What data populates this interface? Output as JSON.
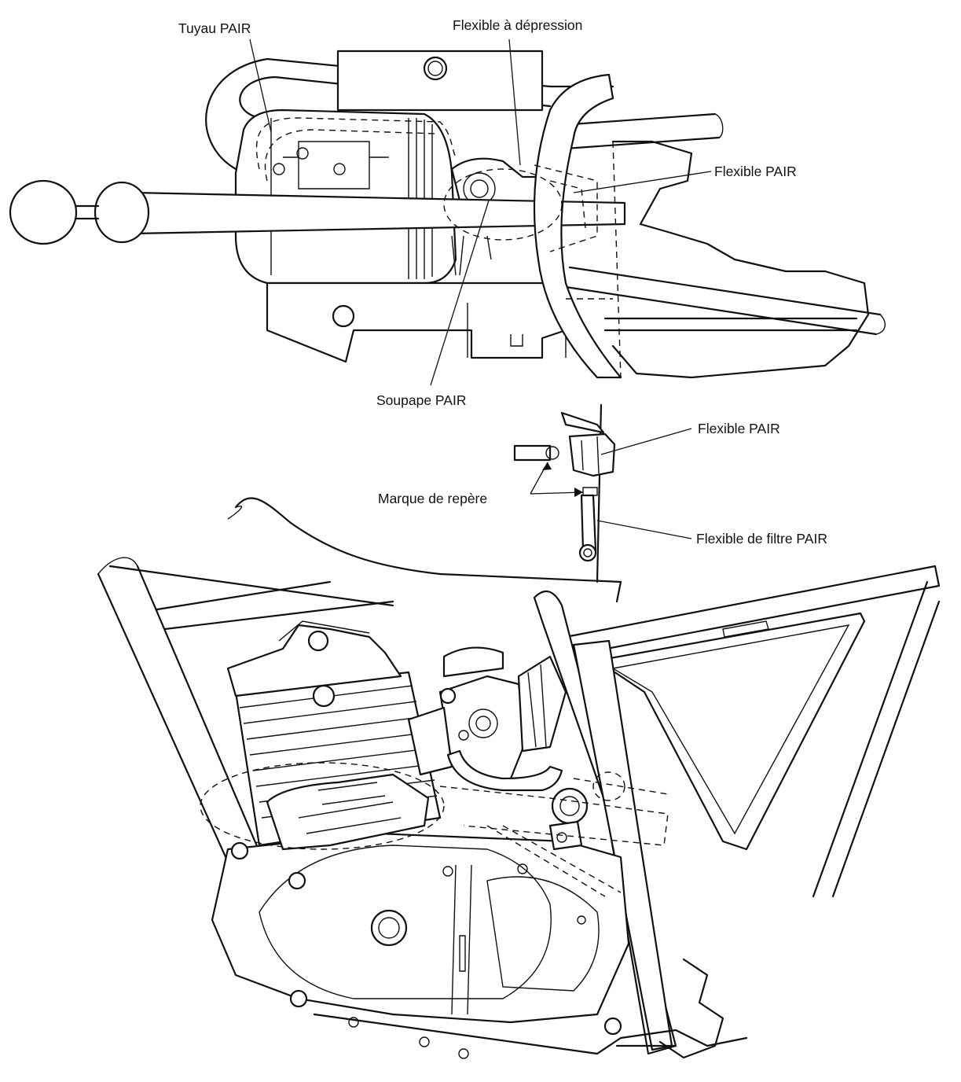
{
  "labels": {
    "tuyau_pair": "Tuyau PAIR",
    "flexible_depression": "Flexible à dépression",
    "flexible_pair_top": "Flexible PAIR",
    "soupape_pair": "Soupape PAIR",
    "flexible_pair_detail": "Flexible PAIR",
    "marque_repere": "Marque de repère",
    "flexible_filtre_pair": "Flexible de filtre PAIR"
  }
}
